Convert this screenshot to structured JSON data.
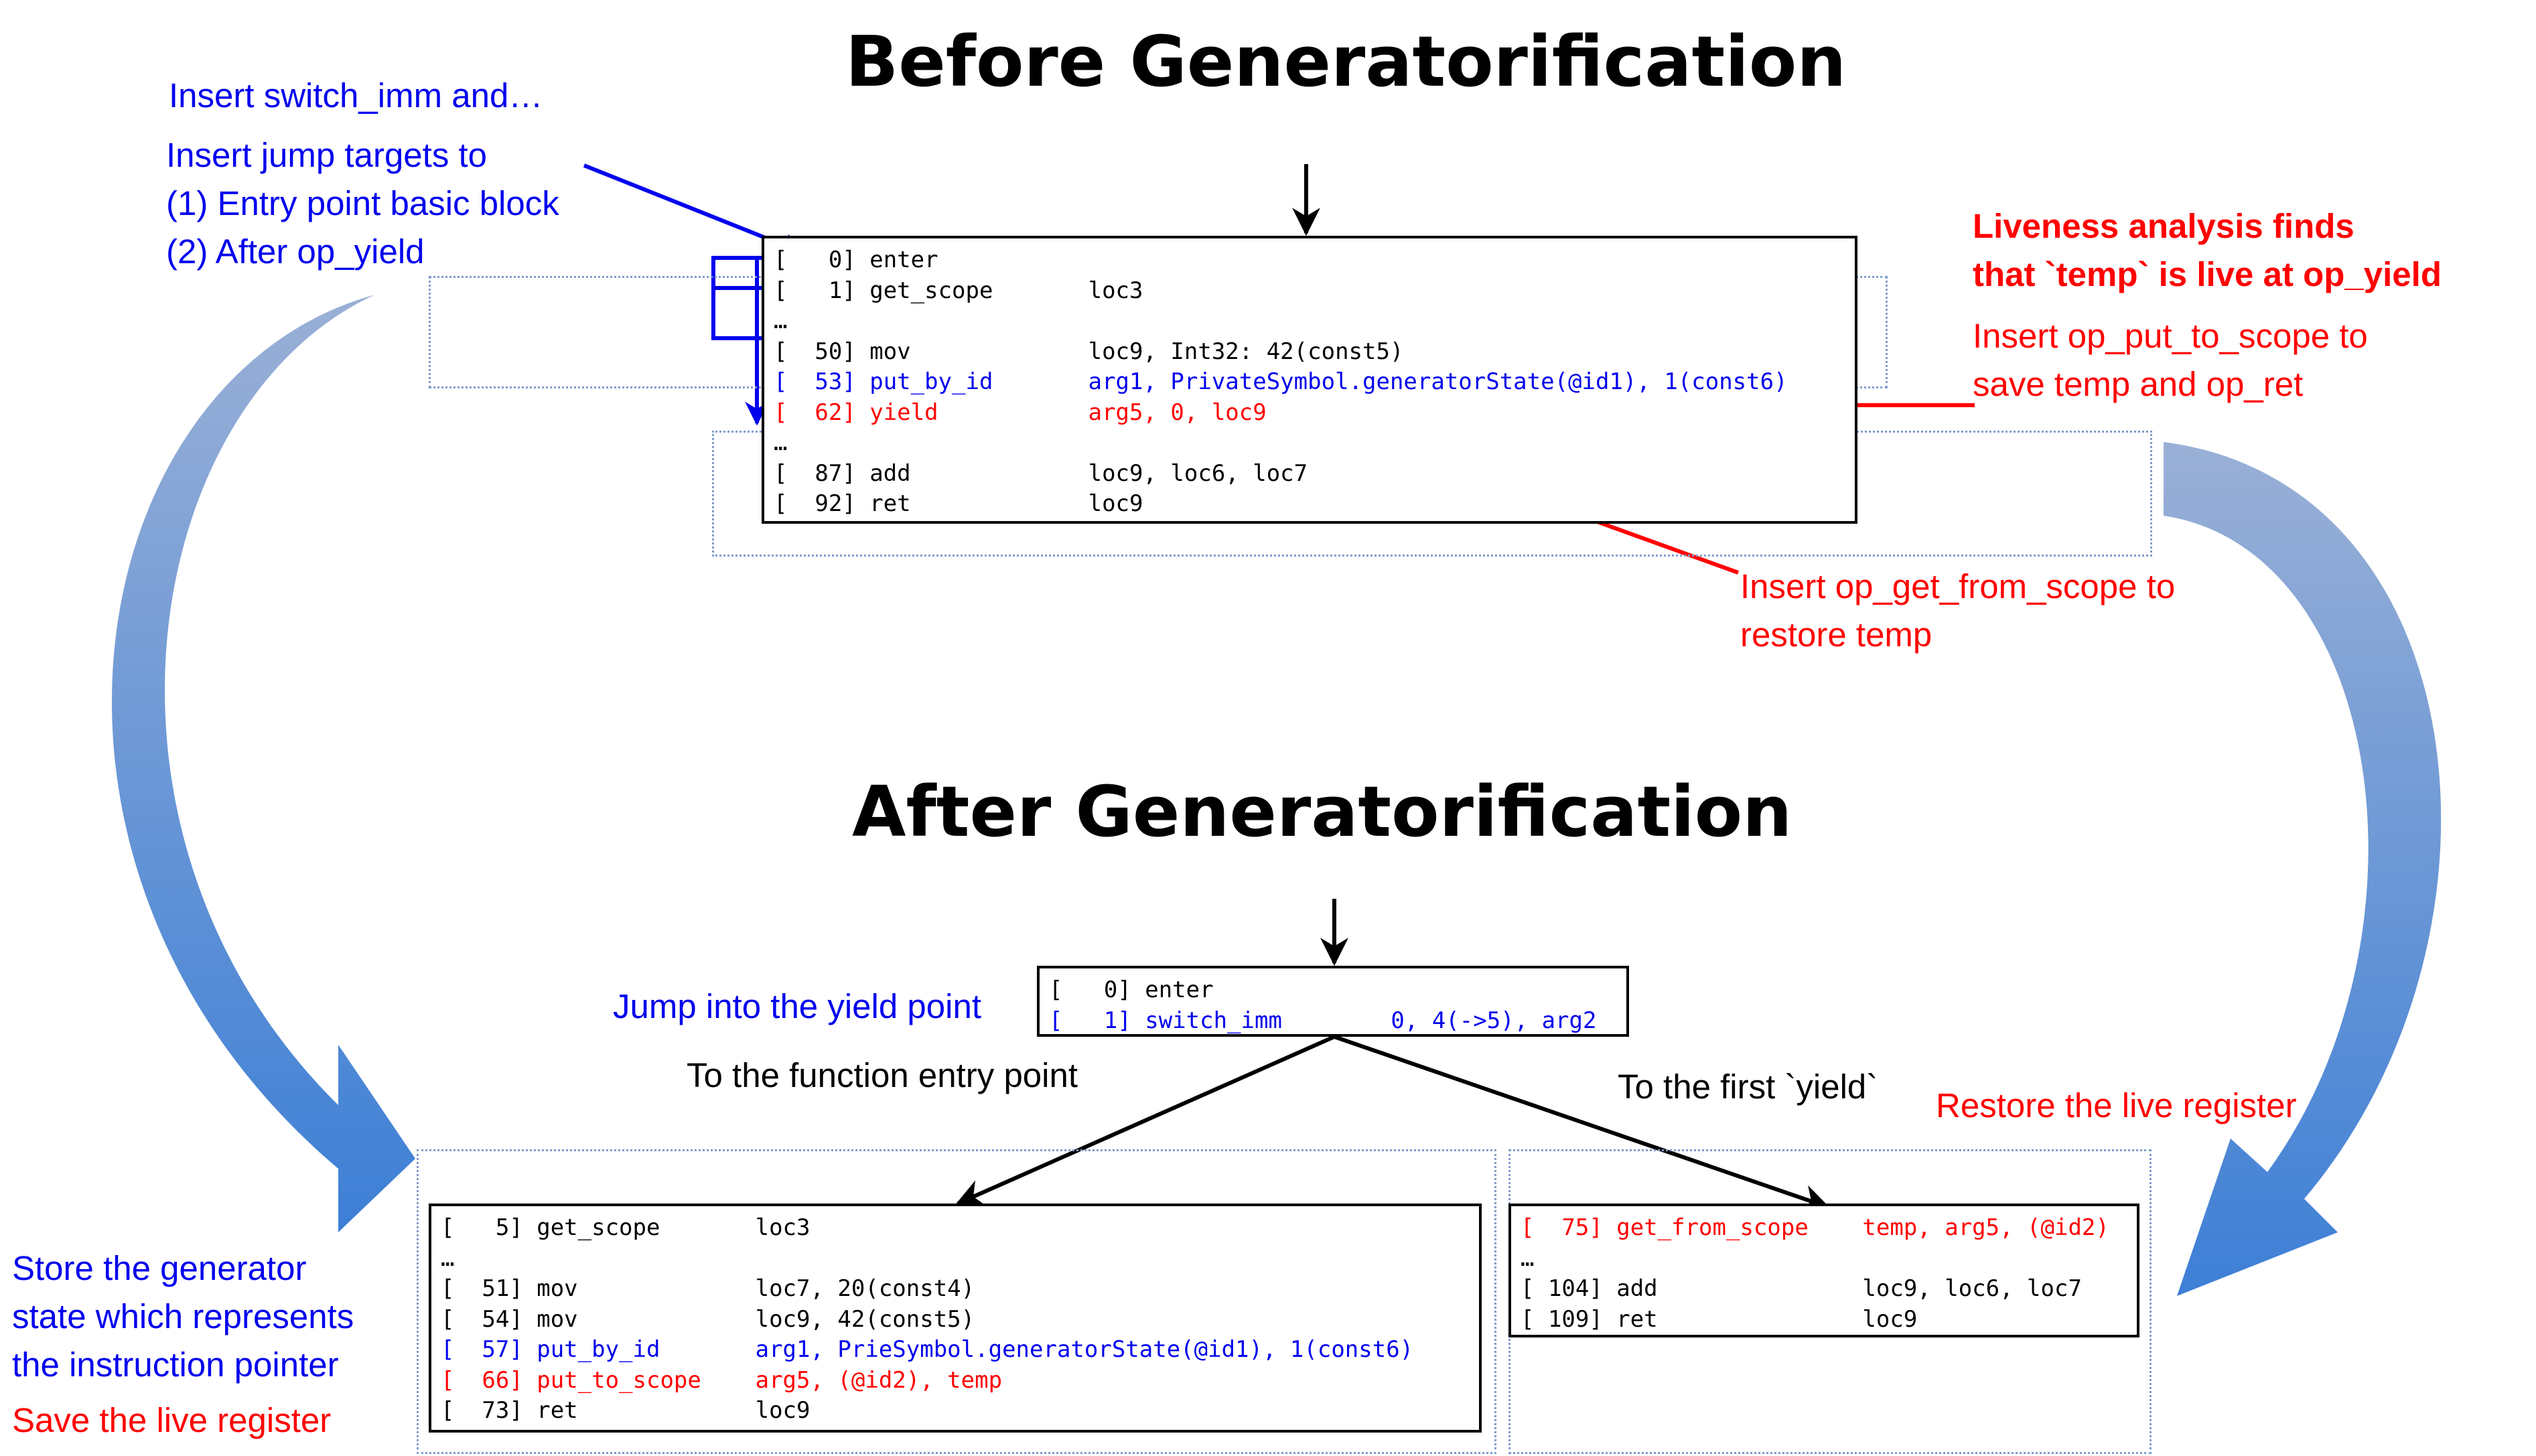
{
  "titles": {
    "before": "Before Generatorification",
    "after": "After Generatorification"
  },
  "notes": {
    "insert_switch": "Insert switch_imm and…",
    "jump_targets": [
      "Insert jump targets to",
      "(1) Entry point basic block",
      "(2) After op_yield"
    ],
    "liveness": [
      "Liveness analysis finds",
      "that `temp` is live at op_yield"
    ],
    "put_to_scope": [
      "Insert op_put_to_scope to",
      "save temp and op_ret"
    ],
    "get_from_scope": [
      "Insert op_get_from_scope to",
      "restore temp"
    ],
    "jump_into_yield": "Jump into the yield point",
    "to_entry": "To the function entry point",
    "to_first_yield": "To the first `yield`",
    "restore_live": "Restore the live register",
    "store_state": [
      "Store the generator",
      "state which represents",
      "the instruction pointer"
    ],
    "save_live": "Save the live register"
  },
  "code": {
    "before": [
      {
        "idx": "[   0]",
        "op": "enter",
        "args": "",
        "color": "black"
      },
      {
        "idx": "[   1]",
        "op": "get_scope",
        "args": "loc3",
        "color": "black"
      },
      {
        "idx": "…",
        "op": "",
        "args": "",
        "color": "black"
      },
      {
        "idx": "[  50]",
        "op": "mov",
        "args": "loc9, Int32: 42(const5)",
        "color": "black"
      },
      {
        "idx": "[  53]",
        "op": "put_by_id",
        "args": "arg1, PrivateSymbol.generatorState(@id1), 1(const6)",
        "color": "blue"
      },
      {
        "idx": "[  62]",
        "op": "yield",
        "args": "arg5, 0, loc9",
        "color": "red"
      },
      {
        "idx": "…",
        "op": "",
        "args": "",
        "color": "black"
      },
      {
        "idx": "[  87]",
        "op": "add",
        "args": "loc9, loc6, loc7",
        "color": "black"
      },
      {
        "idx": "[  92]",
        "op": "ret",
        "args": "loc9",
        "color": "black"
      }
    ],
    "after_entry": [
      {
        "idx": "[   0]",
        "op": "enter",
        "args": "",
        "color": "black"
      },
      {
        "idx": "[   1]",
        "op": "switch_imm",
        "args": "0, 4(->5), arg2",
        "color": "blue"
      }
    ],
    "after_left": [
      {
        "idx": "[   5]",
        "op": "get_scope",
        "args": "loc3",
        "color": "black"
      },
      {
        "idx": "…",
        "op": "",
        "args": "",
        "color": "black"
      },
      {
        "idx": "[  51]",
        "op": "mov",
        "args": "loc7, 20(const4)",
        "color": "black"
      },
      {
        "idx": "[  54]",
        "op": "mov",
        "args": "loc9, 42(const5)",
        "color": "black"
      },
      {
        "idx": "[  57]",
        "op": "put_by_id",
        "args": "arg1, PrieSymbol.generatorState(@id1), 1(const6)",
        "color": "blue"
      },
      {
        "idx": "[  66]",
        "op": "put_to_scope",
        "args": "arg5, (@id2), temp",
        "color": "red"
      },
      {
        "idx": "[  73]",
        "op": "ret",
        "args": "loc9",
        "color": "black"
      }
    ],
    "after_right": [
      {
        "idx": "[  75]",
        "op": "get_from_scope",
        "args": "temp, arg5, (@id2)",
        "color": "red"
      },
      {
        "idx": "…",
        "op": "",
        "args": "",
        "color": "black"
      },
      {
        "idx": "[ 104]",
        "op": "add",
        "args": "loc9, loc6, loc7",
        "color": "black"
      },
      {
        "idx": "[ 109]",
        "op": "ret",
        "args": "loc9",
        "color": "black"
      }
    ]
  },
  "colors": {
    "blue_text": "#0000ee",
    "red_text": "#ff0000",
    "arrow_blue": "#0000ee",
    "arrow_red": "#ff0000",
    "sweep_light": "#9db8de",
    "sweep_dark": "#3f7fd4",
    "dashed_border": "#7f9ccc"
  }
}
